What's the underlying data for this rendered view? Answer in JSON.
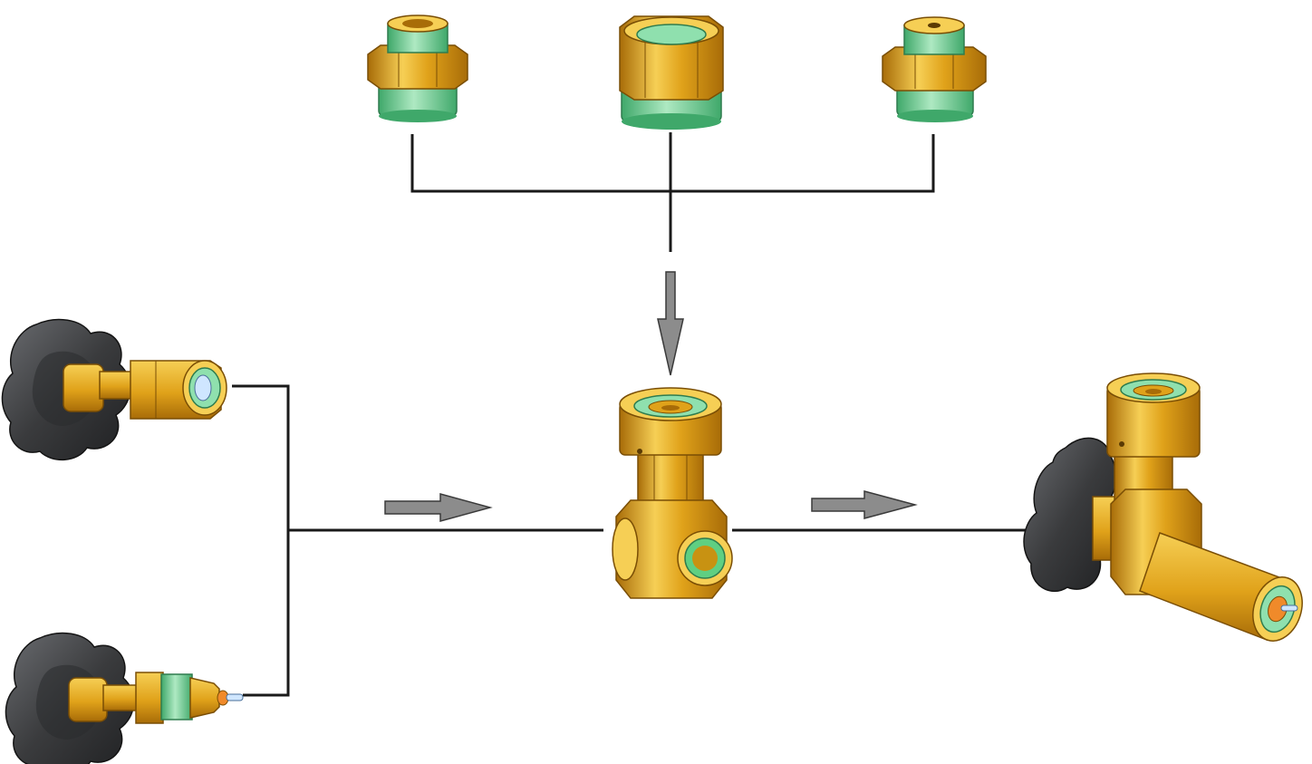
{
  "colors": {
    "brass": "#e0a21a",
    "brass_light": "#f6cf55",
    "brass_dark": "#a86c08",
    "green": "#7fd8a0",
    "green_dark": "#3fa86a",
    "knob": "#3a3b3d",
    "knob_light": "#5c5e61",
    "line": "#1a1a1a",
    "arrow": "#8c8c8c",
    "arrow_edge": "#3a3a3a",
    "pin": "#cfe6ff"
  },
  "parts": [
    {
      "id": "adapter-left",
      "icon": "threaded-adapter-icon"
    },
    {
      "id": "adapter-middle",
      "icon": "hex-nut-adapter-icon"
    },
    {
      "id": "adapter-right",
      "icon": "threaded-adapter-small-bore-icon"
    },
    {
      "id": "handwheel-spindle-upper",
      "icon": "handwheel-spindle-icon"
    },
    {
      "id": "handwheel-spindle-lower",
      "icon": "handwheel-spindle-pin-icon"
    },
    {
      "id": "valve-body",
      "icon": "valve-body-icon"
    },
    {
      "id": "assembled-valve",
      "icon": "assembled-valve-icon"
    }
  ]
}
